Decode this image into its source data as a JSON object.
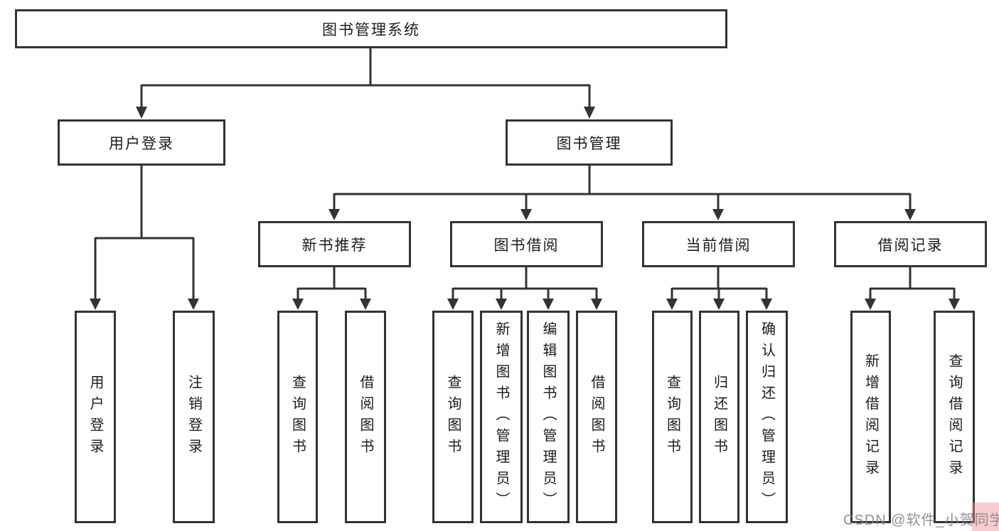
{
  "diagram": {
    "tree": {
      "label": "图书管理系统",
      "children": [
        {
          "label": "用户登录",
          "children": [
            {
              "label": "用户登录"
            },
            {
              "label": "注销登录"
            }
          ]
        },
        {
          "label": "图书管理",
          "children": [
            {
              "label": "新书推荐",
              "children": [
                {
                  "label": "查询图书"
                },
                {
                  "label": "借阅图书"
                }
              ]
            },
            {
              "label": "图书借阅",
              "children": [
                {
                  "label": "查询图书"
                },
                {
                  "label": "新增图书（管理员）"
                },
                {
                  "label": "编辑图书（管理员）"
                },
                {
                  "label": "借阅图书"
                }
              ]
            },
            {
              "label": "当前借阅",
              "children": [
                {
                  "label": "查询图书"
                },
                {
                  "label": "归还图书"
                },
                {
                  "label": "确认归还（管理员）"
                }
              ]
            },
            {
              "label": "借阅记录",
              "children": [
                {
                  "label": "新增借阅记录"
                },
                {
                  "label": "查询借阅记录"
                }
              ]
            }
          ]
        }
      ]
    },
    "colors": {
      "line": "#333333",
      "box_border": "#333333",
      "text": "#1c1c1c",
      "background": "#ffffff",
      "watermark_text": "#828282",
      "watermark_highlight": "#f08c96"
    }
  },
  "watermark": {
    "text": "CSDN @软件_小贺同学"
  }
}
